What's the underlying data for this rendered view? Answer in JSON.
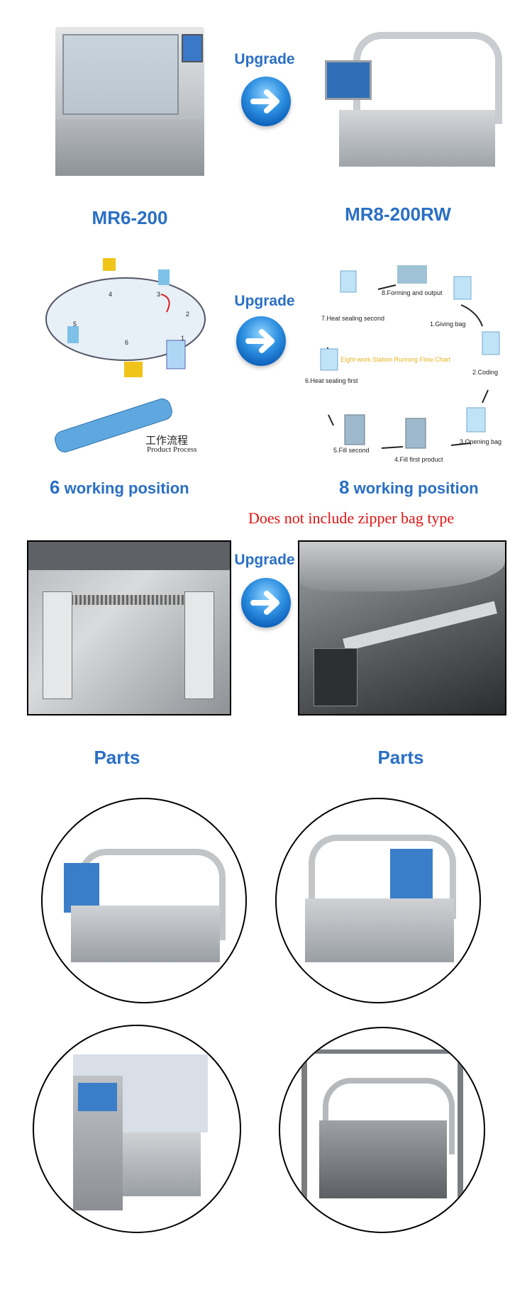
{
  "section1": {
    "upgrade_label": "Upgrade",
    "left_model": "MR6-200",
    "right_model": "MR8-200RW"
  },
  "section2": {
    "upgrade_label": "Upgrade",
    "left_caption_num": "6",
    "left_caption_text": "working position",
    "right_caption_num": "8",
    "right_caption_text": "working position",
    "note": "Does not include zipper bag type",
    "process_cn": "工作流程",
    "process_en": "Product Process",
    "left_stations": [
      "1",
      "2",
      "3",
      "4",
      "5",
      "6"
    ],
    "flow_title": "Eight-work Station Running Flow Chart",
    "flow_steps": [
      "1.Giving bag",
      "2.Coding",
      "3.Opening bag",
      "4.Fill first product",
      "5.Fill second",
      "6.Heat sealing first",
      "7.Heat sealing second",
      "8.Forming and output"
    ]
  },
  "section3": {
    "upgrade_label": "Upgrade",
    "left_parts": "Parts",
    "right_parts": "Parts"
  },
  "colors": {
    "accent_blue": "#2a6fc4",
    "note_red": "#e21313"
  }
}
